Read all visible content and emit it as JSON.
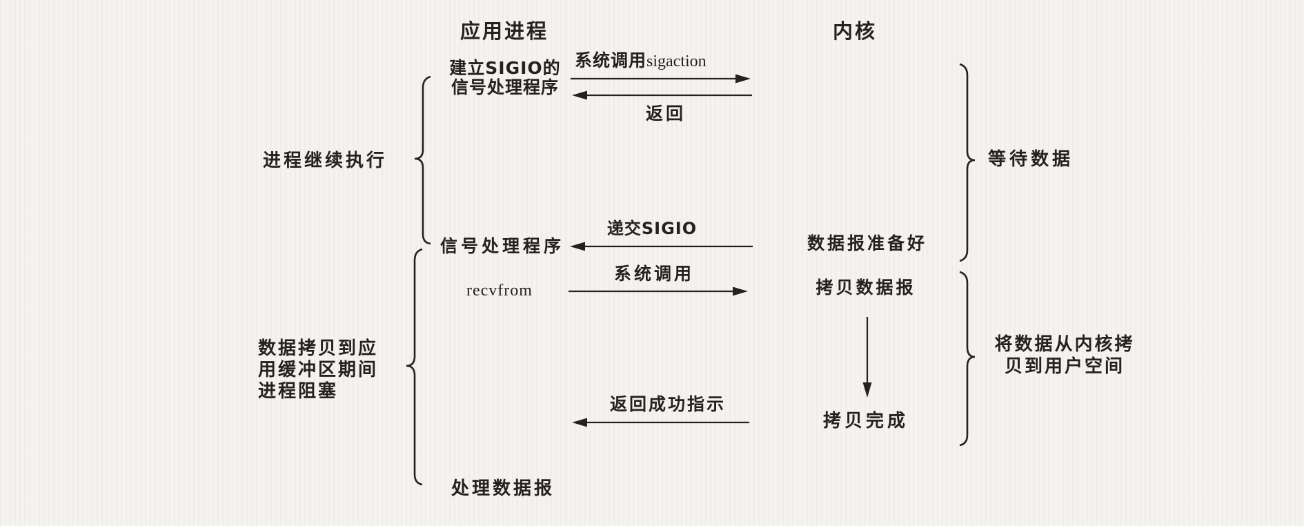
{
  "colors": {
    "ink": "#24221f",
    "paper": "#f4f3f0"
  },
  "headers": {
    "app": "应用进程",
    "kernel": "内核"
  },
  "app_column": {
    "setup_handler_line1": "建立SIGIO的",
    "setup_handler_line2": "信号处理程序",
    "signal_handler": "信号处理程序",
    "recvfrom": "recvfrom",
    "process_datagram": "处理数据报"
  },
  "kernel_column": {
    "datagram_ready": "数据报准备好",
    "copy_datagram": "拷贝数据报",
    "copy_complete": "拷贝完成"
  },
  "arrow_labels": {
    "sigaction_call_zh": "系统调用",
    "sigaction_call_en": "sigaction",
    "return": "返回",
    "deliver_sigio": "递交SIGIO",
    "syscall": "系统调用",
    "return_success": "返回成功指示"
  },
  "side_notes": {
    "process_continues": "进程继续执行",
    "copy_blocked_line1": "数据拷贝到应",
    "copy_blocked_line2": "用缓冲区期间",
    "copy_blocked_line3": "进程阻塞",
    "wait_for_data": "等待数据",
    "copy_kernel_to_user_line1": "将数据从内核拷",
    "copy_kernel_to_user_line2": "贝到用户空间"
  }
}
